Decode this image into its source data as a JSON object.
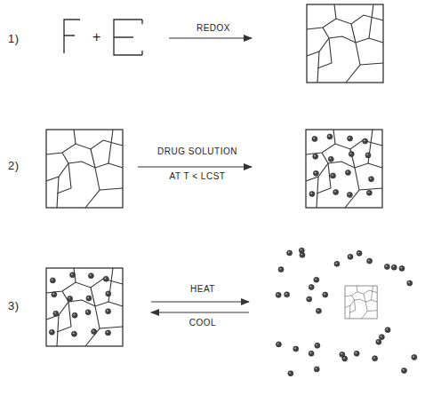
{
  "diagram": {
    "labels": [
      "1)",
      "+",
      "REDOX",
      "2)",
      "DRUG SOLUTION",
      "AT T < LCST",
      "3)",
      "HEAT",
      "COOL"
    ]
  }
}
